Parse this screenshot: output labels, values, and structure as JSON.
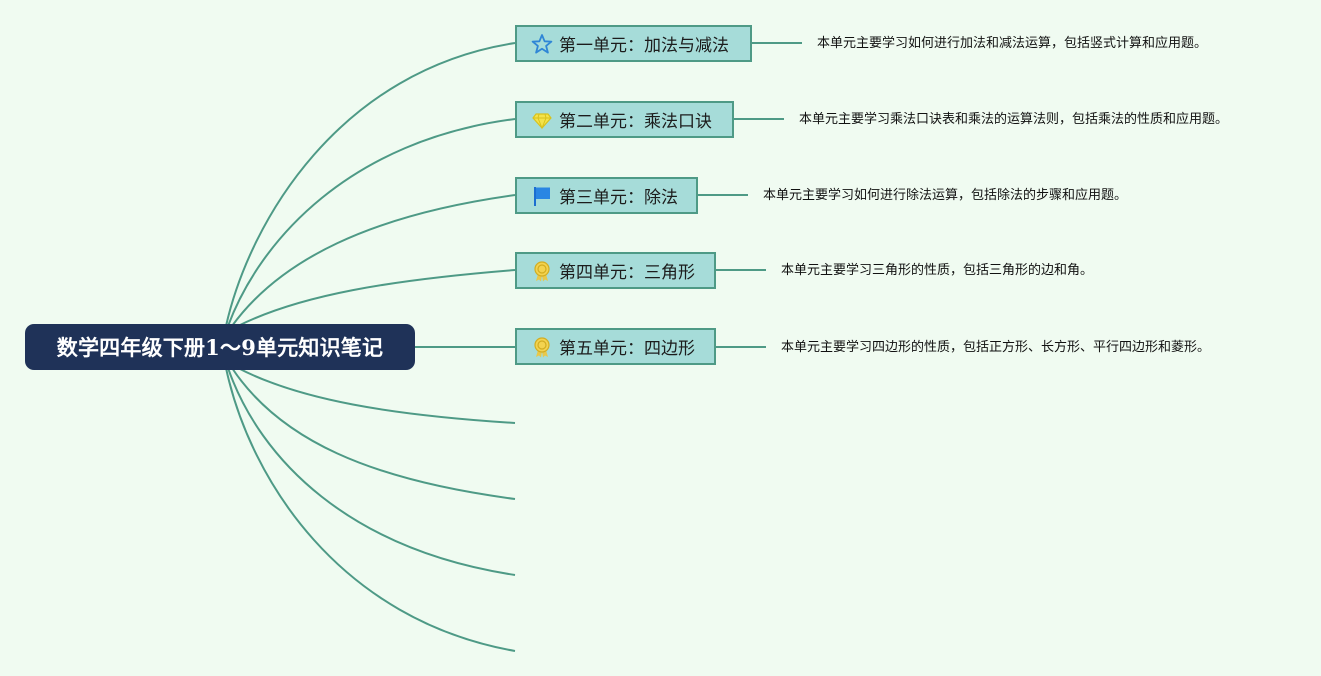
{
  "root": {
    "title": "数学四年级下册1～9单元知识笔记"
  },
  "branches": [
    {
      "label": "第一单元：加法与减法",
      "note": "本单元主要学习如何进行加法和减法运算，包括竖式计算和应用题。",
      "icon": "star-icon"
    },
    {
      "label": "第二单元：乘法口诀",
      "note": "本单元主要学习乘法口诀表和乘法的运算法则，包括乘法的性质和应用题。",
      "icon": "gem-icon"
    },
    {
      "label": "第三单元：除法",
      "note": "本单元主要学习如何进行除法运算，包括除法的步骤和应用题。",
      "icon": "flag-icon"
    },
    {
      "label": "第四单元：三角形",
      "note": "本单元主要学习三角形的性质，包括三角形的边和角。",
      "icon": "medal-icon"
    },
    {
      "label": "第五单元：四边形",
      "note": "本单元主要学习四边形的性质，包括正方形、长方形、平行四边形和菱形。",
      "icon": "medal-icon"
    }
  ],
  "empty_branch_count": 4,
  "colors": {
    "background": "#f0fbf1",
    "root_fill": "#1f3258",
    "root_text": "#ffffff",
    "branch_fill": "#a6dcd9",
    "branch_border": "#4e9a86",
    "connector": "#4e9a86"
  }
}
